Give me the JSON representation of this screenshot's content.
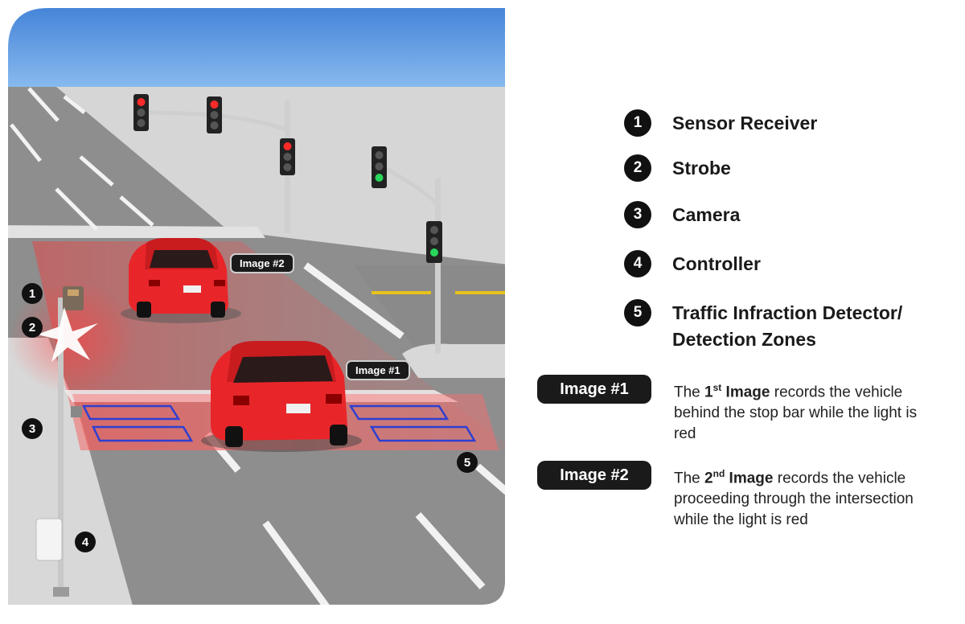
{
  "callouts": {
    "c1": "1",
    "c2": "2",
    "c3": "3",
    "c4": "4",
    "c5": "5"
  },
  "scene_tags": {
    "image2": "Image #2",
    "image1": "Image #1"
  },
  "legend": {
    "items": [
      {
        "number": "1",
        "label": "Sensor Receiver"
      },
      {
        "number": "2",
        "label": "Strobe"
      },
      {
        "number": "3",
        "label": "Camera"
      },
      {
        "number": "4",
        "label": "Controller"
      },
      {
        "number": "5",
        "label": "Traffic Infraction Detector/ Detection Zones"
      }
    ]
  },
  "images": [
    {
      "badge": "Image #1",
      "pre": "The ",
      "ordinal": "1",
      "suffix": "st",
      "bold": " Image",
      "rest": " records the vehicle behind the stop bar while the light is red"
    },
    {
      "badge": "Image #2",
      "pre": "The ",
      "ordinal": "2",
      "suffix": "nd",
      "bold": " Image",
      "rest": " records the vehicle proceeding through the intersection while the light is red"
    }
  ],
  "colors": {
    "sky": "#4a86d6",
    "road": "#8f8f8f",
    "sidewalk": "#d4d4d4",
    "car": "#e8262a",
    "zone_red": "#ff5a5a",
    "zone_blue": "#2f3fd0",
    "signal_red": "#ff2a2a",
    "signal_green": "#27d65a"
  }
}
